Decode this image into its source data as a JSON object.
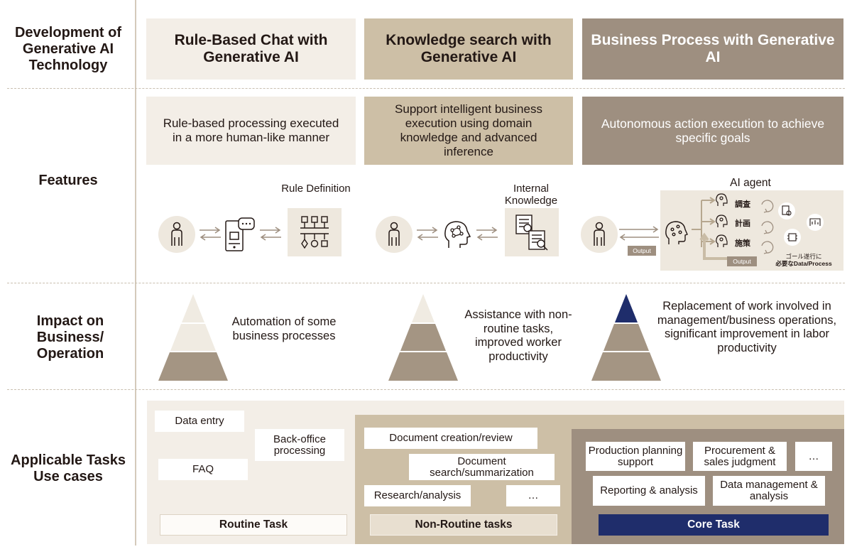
{
  "row_labels": {
    "development": "Development of Generative AI Technology",
    "features": "Features",
    "impact": "Impact on Business/ Operation",
    "tasks": "Applicable Tasks Use cases"
  },
  "columns": [
    {
      "title": "Rule-Based Chat with Generative AI",
      "feature": "Rule-based processing executed in a more human-like manner",
      "illustration_label": "Rule Definition",
      "impact": "Automation of some business processes",
      "pyramid_levels_highlighted": 1
    },
    {
      "title": "Knowledge search with Generative AI",
      "feature": "Support intelligent business execution using domain knowledge and advanced inference",
      "illustration_label": "Internal Knowledge",
      "impact": "Assistance with non-routine tasks, improved worker productivity",
      "pyramid_levels_highlighted": 2
    },
    {
      "title": "Business Process with Generative AI",
      "feature": "Autonomous action execution to achieve specific goals",
      "illustration_label": "AI agent",
      "impact": "Replacement of work involved in management/business operations, significant improvement in labor productivity",
      "pyramid_levels_highlighted": 3
    }
  ],
  "agent_diagram": {
    "steps": [
      "調査",
      "計画",
      "施策"
    ],
    "output_label": "Output",
    "output_label_2": "Output",
    "goal_note_line1": "ゴール遂行に",
    "goal_note_line2": "必要なData/Process"
  },
  "tasks": {
    "routine": {
      "items": [
        "Data entry",
        "Back-office processing",
        "FAQ"
      ],
      "label": "Routine Task"
    },
    "non_routine": {
      "items": [
        "Document creation/review",
        "Document search/summarization",
        "Research/analysis",
        "…"
      ],
      "label": "Non-Routine tasks"
    },
    "core": {
      "items": [
        "Production planning support",
        "Procurement & sales judgment",
        "…",
        "Reporting & analysis",
        "Data management & analysis"
      ],
      "label": "Core Task"
    }
  },
  "colors": {
    "light_beige": "#f3eee7",
    "mid_beige": "#cdbfa6",
    "dark_taupe": "#9e8f80",
    "pyramid_dark": "#a49583",
    "pyramid_light": "#efe9df",
    "core_navy": "#1f2d6b"
  }
}
